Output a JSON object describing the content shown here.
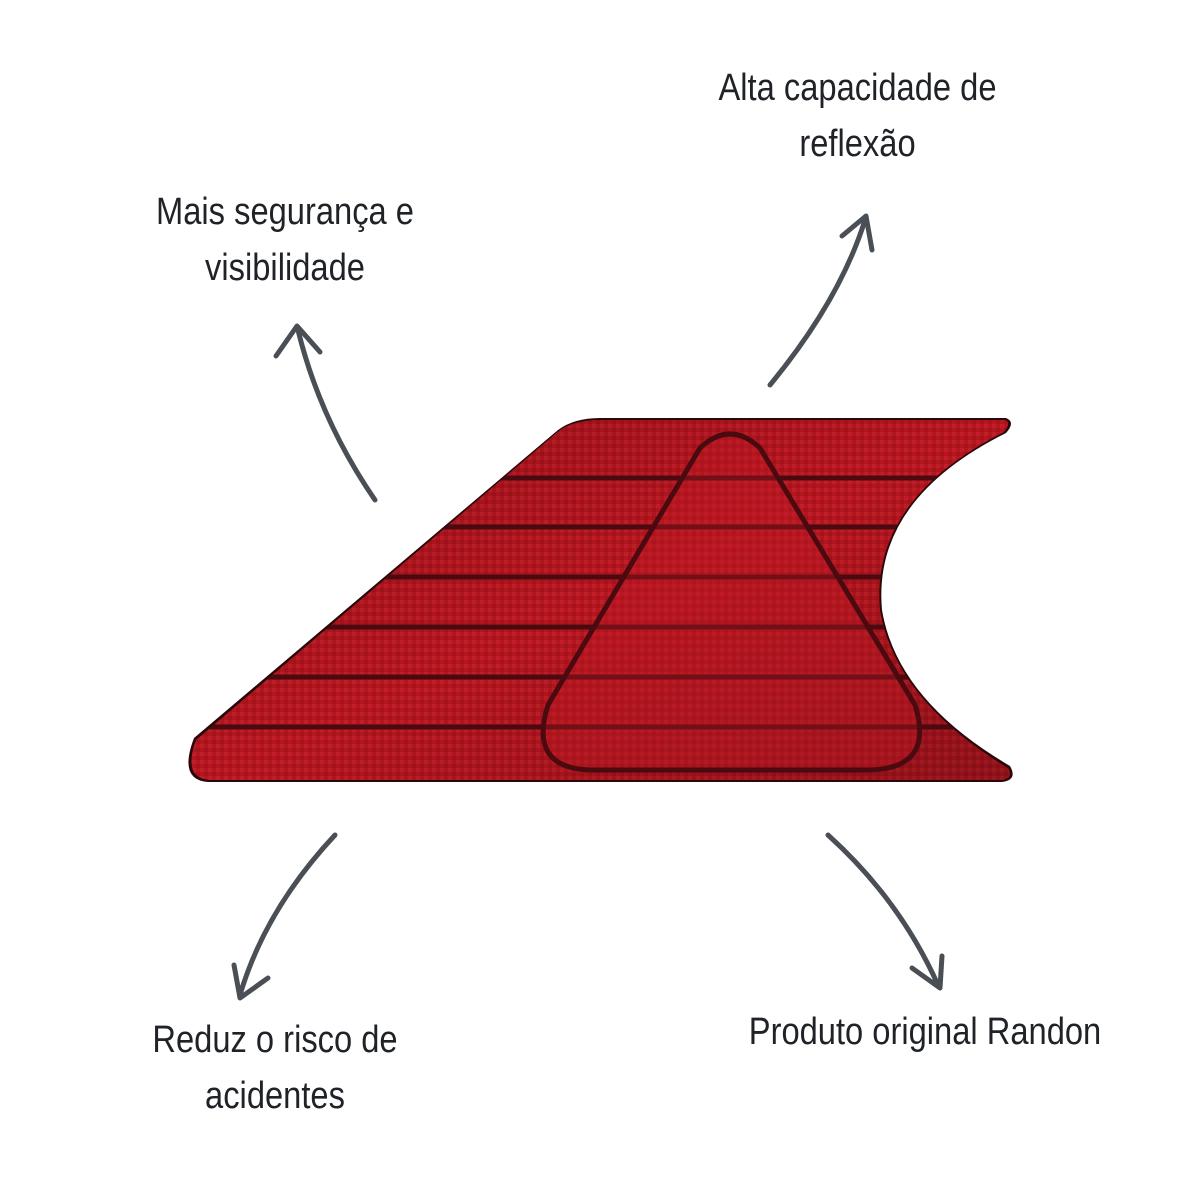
{
  "captions": {
    "top_left": [
      "Mais segurança e",
      "visibilidade"
    ],
    "top_right": [
      "Alta capacidade de",
      "reflexão"
    ],
    "bottom_left": [
      "Reduz o risco de",
      "acidentes"
    ],
    "bottom_right": [
      "Produto original Randon"
    ]
  },
  "colors": {
    "text": "#1f2328",
    "arrow": "#4a4f55",
    "reflector_red": "#b3161f",
    "reflector_dark": "#3a0a0e"
  },
  "icons": [
    "curved-arrow-icon"
  ]
}
